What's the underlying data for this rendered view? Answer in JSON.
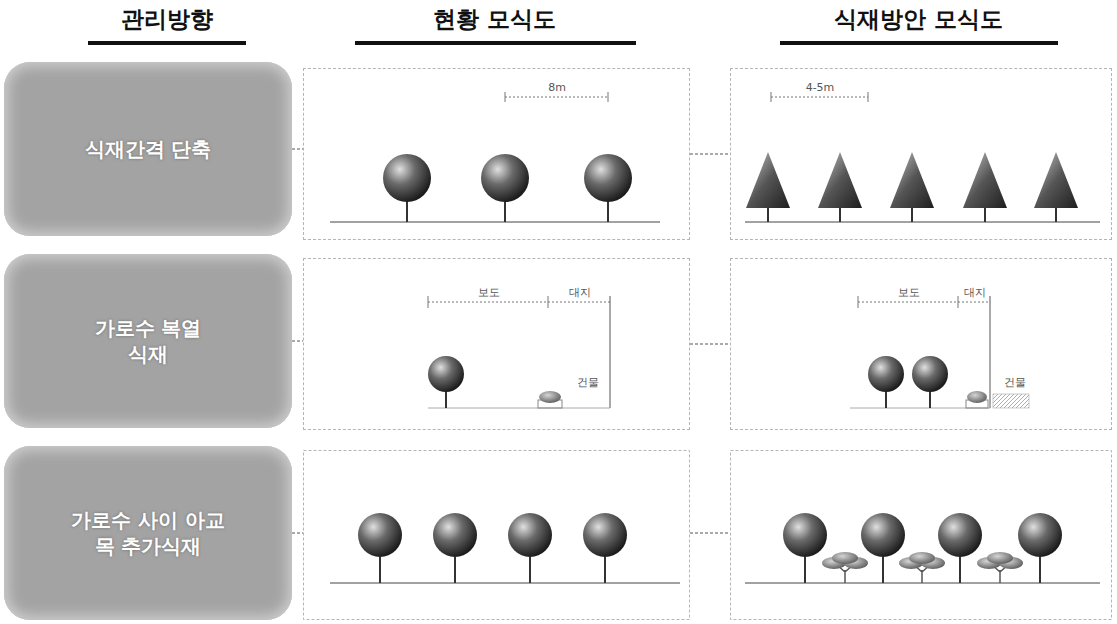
{
  "diagram": {
    "nodes": [
      {
        "text": [
          "식재간격 단축"
        ]
      },
      {
        "text": [
          "8m"
        ]
      },
      {
        "text": [
          "4-5m"
        ]
      },
      {
        "text": [
          "가로수 복열식재"
        ]
      },
      {
        "text": [
          "보도",
          "대지",
          "건물"
        ]
      },
      {
        "text": [
          "보도",
          "대지",
          "건물"
        ]
      },
      {
        "text": [
          "가로수 사이 아교목 추가식재"
        ]
      }
    ],
    "edges": [
      {
        "from": 0,
        "to": 1,
        "arrow": "none"
      },
      {
        "from": 1,
        "to": 2,
        "arrow": "none"
      },
      {
        "from": 3,
        "to": 4,
        "arrow": "none"
      },
      {
        "from": 4,
        "to": 5,
        "arrow": "none"
      }
    ],
    "labels": [
      "관리방향",
      "현황 모식도",
      "식재방안 모식도"
    ]
  }
}
